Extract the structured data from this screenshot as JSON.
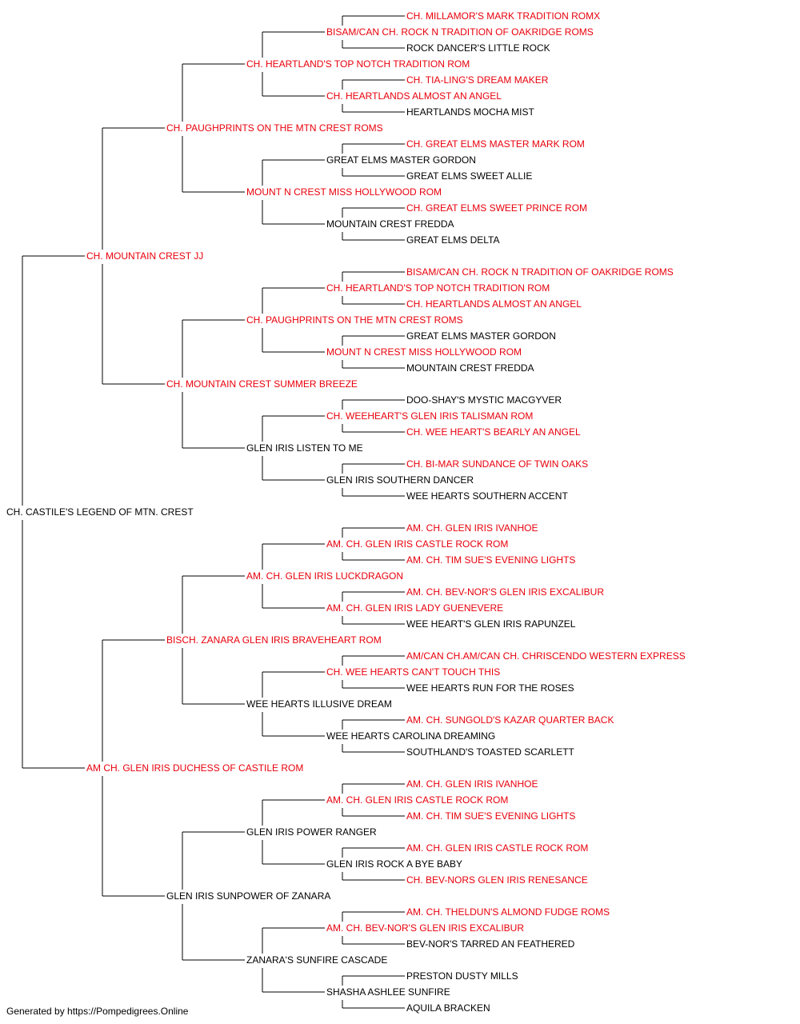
{
  "colors": {
    "titled": "#e8000b",
    "untitled": "#000000",
    "line": "#000000"
  },
  "pedigree": {
    "name": "CH. CASTILE'S LEGEND OF MTN. CREST",
    "titled": false,
    "sire": {
      "name": "CH. MOUNTAIN CREST JJ",
      "titled": true,
      "sire": {
        "name": "CH. PAUGHPRINTS ON THE MTN CREST ROMS",
        "titled": true,
        "sire": {
          "name": "CH. HEARTLAND'S TOP NOTCH TRADITION ROM",
          "titled": true,
          "sire": {
            "name": "BISAM/CAN CH. ROCK N TRADITION OF OAKRIDGE ROMS",
            "titled": true,
            "sire": {
              "name": "CH. MILLAMOR'S MARK TRADITION ROMX",
              "titled": true
            },
            "dam": {
              "name": "ROCK DANCER'S LITTLE ROCK",
              "titled": false
            }
          },
          "dam": {
            "name": "CH. HEARTLANDS ALMOST AN ANGEL",
            "titled": true,
            "sire": {
              "name": "CH. TIA-LING'S DREAM MAKER",
              "titled": true
            },
            "dam": {
              "name": "HEARTLANDS MOCHA MIST",
              "titled": false
            }
          }
        },
        "dam": {
          "name": "MOUNT N CREST MISS HOLLYWOOD ROM",
          "titled": true,
          "sire": {
            "name": "GREAT ELMS MASTER GORDON",
            "titled": false,
            "sire": {
              "name": "CH. GREAT ELMS MASTER MARK ROM",
              "titled": true
            },
            "dam": {
              "name": "GREAT ELMS SWEET ALLIE",
              "titled": false
            }
          },
          "dam": {
            "name": "MOUNTAIN CREST FREDDA",
            "titled": false,
            "sire": {
              "name": "CH. GREAT ELMS SWEET PRINCE ROM",
              "titled": true
            },
            "dam": {
              "name": "GREAT ELMS DELTA",
              "titled": false
            }
          }
        }
      },
      "dam": {
        "name": "CH. MOUNTAIN CREST SUMMER BREEZE",
        "titled": true,
        "sire": {
          "name": "CH. PAUGHPRINTS ON THE MTN CREST ROMS",
          "titled": true,
          "sire": {
            "name": "CH. HEARTLAND'S TOP NOTCH TRADITION ROM",
            "titled": true,
            "sire": {
              "name": "BISAM/CAN CH. ROCK N TRADITION OF OAKRIDGE ROMS",
              "titled": true
            },
            "dam": {
              "name": "CH. HEARTLANDS ALMOST AN ANGEL",
              "titled": true
            }
          },
          "dam": {
            "name": "MOUNT N CREST MISS HOLLYWOOD ROM",
            "titled": true,
            "sire": {
              "name": "GREAT ELMS MASTER GORDON",
              "titled": false
            },
            "dam": {
              "name": "MOUNTAIN CREST FREDDA",
              "titled": false
            }
          }
        },
        "dam": {
          "name": "GLEN IRIS LISTEN TO ME",
          "titled": false,
          "sire": {
            "name": "CH. WEEHEART'S GLEN IRIS TALISMAN ROM",
            "titled": true,
            "sire": {
              "name": "DOO-SHAY'S MYSTIC MACGYVER",
              "titled": false
            },
            "dam": {
              "name": "CH. WEE HEART'S BEARLY AN ANGEL",
              "titled": true
            }
          },
          "dam": {
            "name": "GLEN IRIS SOUTHERN DANCER",
            "titled": false,
            "sire": {
              "name": "CH. BI-MAR SUNDANCE OF TWIN OAKS",
              "titled": true
            },
            "dam": {
              "name": "WEE HEARTS SOUTHERN ACCENT",
              "titled": false
            }
          }
        }
      }
    },
    "dam": {
      "name": "AM CH. GLEN IRIS DUCHESS OF CASTILE ROM",
      "titled": true,
      "sire": {
        "name": "BISCH. ZANARA GLEN IRIS BRAVEHEART ROM",
        "titled": true,
        "sire": {
          "name": "AM. CH. GLEN IRIS LUCKDRAGON",
          "titled": true,
          "sire": {
            "name": "AM. CH. GLEN IRIS CASTLE ROCK ROM",
            "titled": true,
            "sire": {
              "name": "AM. CH. GLEN IRIS IVANHOE",
              "titled": true
            },
            "dam": {
              "name": "AM. CH. TIM SUE'S EVENING LIGHTS",
              "titled": true
            }
          },
          "dam": {
            "name": "AM. CH. GLEN IRIS LADY GUENEVERE",
            "titled": true,
            "sire": {
              "name": "AM. CH. BEV-NOR'S GLEN IRIS EXCALIBUR",
              "titled": true
            },
            "dam": {
              "name": "WEE HEART'S GLEN IRIS RAPUNZEL",
              "titled": false
            }
          }
        },
        "dam": {
          "name": "WEE HEARTS ILLUSIVE DREAM",
          "titled": false,
          "sire": {
            "name": "CH. WEE HEARTS CAN'T TOUCH THIS",
            "titled": true,
            "sire": {
              "name": "AM/CAN CH.AM/CAN CH. CHRISCENDO WESTERN EXPRESS",
              "titled": true
            },
            "dam": {
              "name": "WEE HEARTS RUN FOR THE ROSES",
              "titled": false
            }
          },
          "dam": {
            "name": "WEE HEARTS CAROLINA DREAMING",
            "titled": false,
            "sire": {
              "name": "AM. CH. SUNGOLD'S KAZAR QUARTER BACK",
              "titled": true
            },
            "dam": {
              "name": "SOUTHLAND'S TOASTED SCARLETT",
              "titled": false
            }
          }
        }
      },
      "dam": {
        "name": "GLEN IRIS SUNPOWER OF ZANARA",
        "titled": false,
        "sire": {
          "name": "GLEN IRIS POWER RANGER",
          "titled": false,
          "sire": {
            "name": "AM. CH. GLEN IRIS CASTLE ROCK ROM",
            "titled": true,
            "sire": {
              "name": "AM. CH. GLEN IRIS IVANHOE",
              "titled": true
            },
            "dam": {
              "name": "AM. CH. TIM SUE'S EVENING LIGHTS",
              "titled": true
            }
          },
          "dam": {
            "name": "GLEN IRIS ROCK A BYE BABY",
            "titled": false,
            "sire": {
              "name": "AM. CH. GLEN IRIS CASTLE ROCK ROM",
              "titled": true
            },
            "dam": {
              "name": "CH. BEV-NORS GLEN IRIS RENESANCE",
              "titled": true
            }
          }
        },
        "dam": {
          "name": "ZANARA'S SUNFIRE CASCADE",
          "titled": false,
          "sire": {
            "name": "AM. CH. BEV-NOR'S GLEN IRIS EXCALIBUR",
            "titled": true,
            "sire": {
              "name": "AM. CH. THELDUN'S ALMOND FUDGE ROMS",
              "titled": true
            },
            "dam": {
              "name": "BEV-NOR'S TARRED AN FEATHERED",
              "titled": false
            }
          },
          "dam": {
            "name": "SHASHA ASHLEE SUNFIRE",
            "titled": false,
            "sire": {
              "name": "PRESTON DUSTY MILLS",
              "titled": false
            },
            "dam": {
              "name": "AQUILA BRACKEN",
              "titled": false
            }
          }
        }
      }
    }
  },
  "footer": {
    "text": "Generated by https://Pompedigrees.Online"
  }
}
